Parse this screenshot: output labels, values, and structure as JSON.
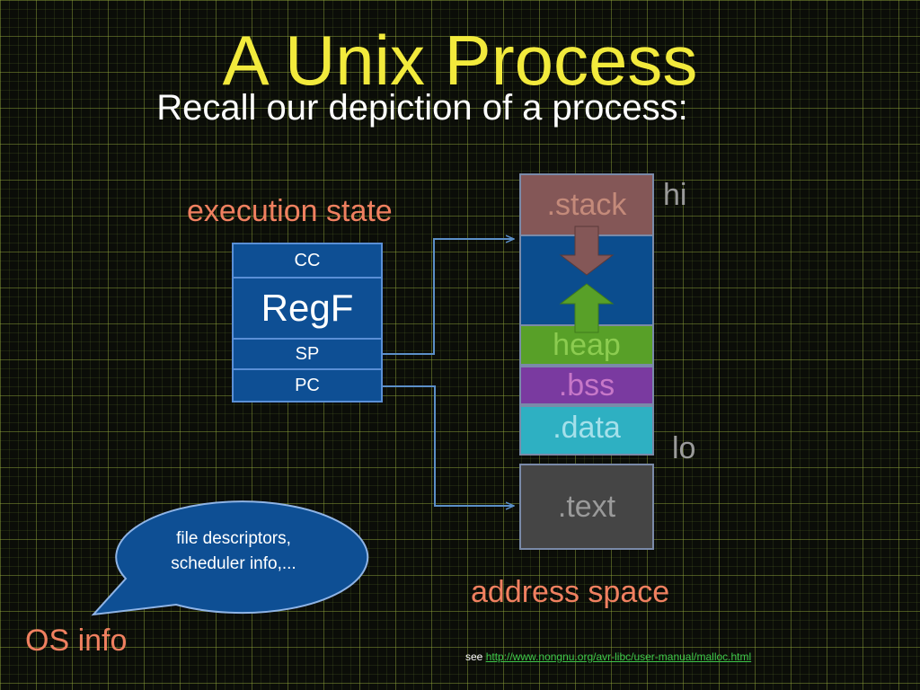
{
  "slide": {
    "title": "A Unix Process",
    "subtitle": "Recall our depiction of a process:"
  },
  "execution_state": {
    "label": "execution state",
    "registers": {
      "cc": "CC",
      "regf": "RegF",
      "sp": "SP",
      "pc": "PC"
    }
  },
  "address_space": {
    "label": "address space",
    "hi": "hi",
    "lo": "lo",
    "segments": {
      "stack": ".stack",
      "heap": "heap",
      "bss": ".bss",
      "data": ".data",
      "text": ".text"
    }
  },
  "os_info": {
    "label": "OS info",
    "bubble_line1": "file descriptors,",
    "bubble_line2": "scheduler info,..."
  },
  "footnote": {
    "prefix": "see",
    "link": "http://www.nongnu.org/avr-libc/user-manual/malloc.html"
  },
  "colors": {
    "title": "#f2ea3c",
    "label_orange": "#f08060",
    "register_fill": "#0e4f94",
    "stack": "#845757",
    "heap": "#58a028",
    "bss": "#7a3aa0",
    "data": "#2eb0c2",
    "text": "#454545",
    "bubble": "#0e4f94",
    "link": "#3ec84a"
  }
}
